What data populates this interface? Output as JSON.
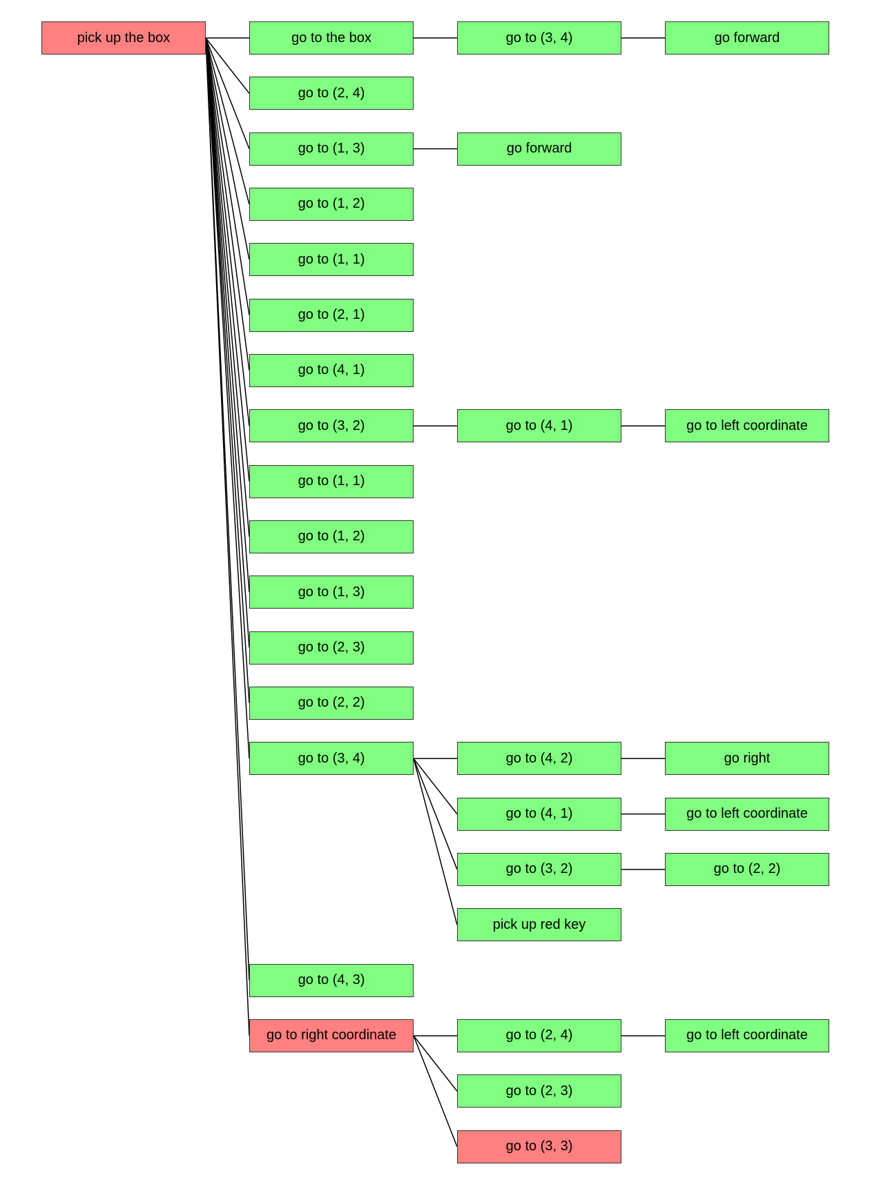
{
  "colors": {
    "success": "#80ff80",
    "failure": "#ff8080",
    "edge": "#000000"
  },
  "tree": {
    "root": {
      "label": "pick up the box",
      "status": "failure",
      "children": [
        {
          "label": "go to the box",
          "status": "success",
          "children": [
            {
              "label": "go to (3, 4)",
              "status": "success",
              "children": [
                {
                  "label": "go forward",
                  "status": "success",
                  "children": []
                }
              ]
            }
          ]
        },
        {
          "label": "go to (2, 4)",
          "status": "success",
          "children": []
        },
        {
          "label": "go to (1, 3)",
          "status": "success",
          "children": [
            {
              "label": "go forward",
              "status": "success",
              "children": []
            }
          ]
        },
        {
          "label": "go to (1, 2)",
          "status": "success",
          "children": []
        },
        {
          "label": "go to (1, 1)",
          "status": "success",
          "children": []
        },
        {
          "label": "go to (2, 1)",
          "status": "success",
          "children": []
        },
        {
          "label": "go to (4, 1)",
          "status": "success",
          "children": []
        },
        {
          "label": "go to (3, 2)",
          "status": "success",
          "children": [
            {
              "label": "go to (4, 1)",
              "status": "success",
              "children": [
                {
                  "label": "go to left coordinate",
                  "status": "success",
                  "children": []
                }
              ]
            }
          ]
        },
        {
          "label": "go to (1, 1)",
          "status": "success",
          "children": []
        },
        {
          "label": "go to (1, 2)",
          "status": "success",
          "children": []
        },
        {
          "label": "go to (1, 3)",
          "status": "success",
          "children": []
        },
        {
          "label": "go to (2, 3)",
          "status": "success",
          "children": []
        },
        {
          "label": "go to (2, 2)",
          "status": "success",
          "children": []
        },
        {
          "label": "go to (3, 4)",
          "status": "success",
          "children": [
            {
              "label": "go to (4, 2)",
              "status": "success",
              "children": [
                {
                  "label": "go right",
                  "status": "success",
                  "children": []
                }
              ]
            },
            {
              "label": "go to (4, 1)",
              "status": "success",
              "children": [
                {
                  "label": "go to left coordinate",
                  "status": "success",
                  "children": []
                }
              ]
            },
            {
              "label": "go to (3, 2)",
              "status": "success",
              "children": [
                {
                  "label": "go to (2, 2)",
                  "status": "success",
                  "children": []
                }
              ]
            },
            {
              "label": "pick up red key",
              "status": "success",
              "children": []
            }
          ]
        },
        {
          "label": "go to (4, 3)",
          "status": "success",
          "children": []
        },
        {
          "label": "go to right coordinate",
          "status": "failure",
          "children": [
            {
              "label": "go to (2, 4)",
              "status": "success",
              "children": [
                {
                  "label": "go to left coordinate",
                  "status": "success",
                  "children": []
                }
              ]
            },
            {
              "label": "go to (2, 3)",
              "status": "success",
              "children": []
            },
            {
              "label": "go to (3, 3)",
              "status": "failure",
              "children": []
            }
          ]
        }
      ]
    }
  }
}
